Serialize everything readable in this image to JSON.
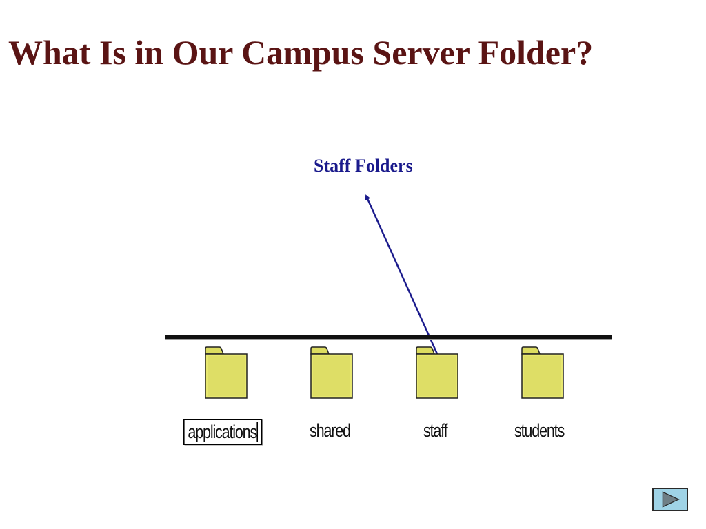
{
  "slide": {
    "title": "What Is in Our Campus Server Folder?",
    "callout": "Staff Folders"
  },
  "folders": [
    {
      "name": "applications",
      "editing": true
    },
    {
      "name": "shared",
      "editing": false
    },
    {
      "name": "staff",
      "editing": false
    },
    {
      "name": "students",
      "editing": false
    }
  ],
  "navigation": {
    "next_icon": "triangle-right-icon"
  },
  "colors": {
    "title": "#5a1414",
    "callout": "#1a1a8c",
    "arrow": "#1a1a8c",
    "folder_fill": "#e8e870",
    "folder_outline": "#222222",
    "nav_button": "#9fd3e6"
  }
}
